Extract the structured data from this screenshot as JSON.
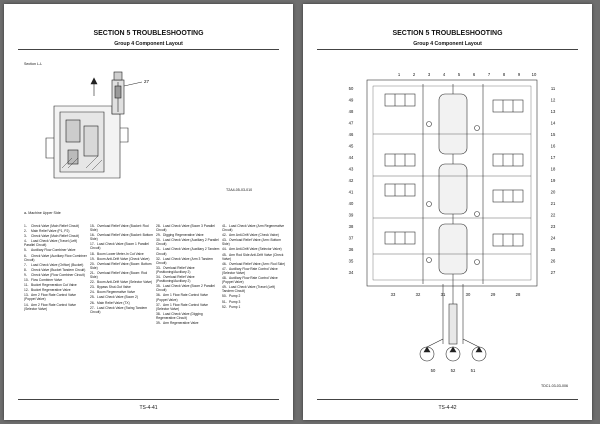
{
  "left_page": {
    "title": "SECTION 5 TROUBLESHOOTING",
    "subtitle": "Group 4 Component Layout",
    "section_label": "Section L-L",
    "callout": "27",
    "figure_id": "T2A4-05-03-010",
    "view_label": "a-   Machine Upper Side",
    "legend_columns": [
      [
        {
          "n": "1-",
          "t": "Check Valve (Main Relief Circuit)"
        },
        {
          "n": "2-",
          "t": "Main Relief Valve (P1, P2)"
        },
        {
          "n": "3-",
          "t": "Check Valve (Main Relief Circuit)"
        },
        {
          "n": "4-",
          "t": "Load Check Valve (Travel (Left) Parallel Circuit)"
        },
        {
          "n": "5-",
          "t": "Auxiliary Flow Combiner Valve"
        },
        {
          "n": "6-",
          "t": "Check Valve (Auxiliary Flow Combiner Circuit)"
        },
        {
          "n": "7-",
          "t": "Load Check Valve (Orifice) (Bucket)"
        },
        {
          "n": "8-",
          "t": "Check Valve (Bucket Tandem Circuit)"
        },
        {
          "n": "9-",
          "t": "Check Valve (Flow Combiner Circuit)"
        },
        {
          "n": "10-",
          "t": "Flow Combiner Valve"
        },
        {
          "n": "11-",
          "t": "Bucket Regeneration Cut Valve"
        },
        {
          "n": "12-",
          "t": "Bucket Regenerative Valve"
        },
        {
          "n": "13-",
          "t": "Arm 2 Flow Rate Control Valve (Poppet Valve)"
        },
        {
          "n": "14-",
          "t": "Arm 2 Flow Rate Control Valve (Selector Valve)"
        }
      ],
      [
        {
          "n": "15-",
          "t": "Overload Relief Valve (Bucket: Rod Side)"
        },
        {
          "n": "16-",
          "t": "Overload Relief Valve (Bucket: Bottom Side)"
        },
        {
          "n": "17-",
          "t": "Load Check Valve (Boom 1 Parallel Circuit)"
        },
        {
          "n": "18-",
          "t": "Boom Lower Meter-In Cut Valve"
        },
        {
          "n": "19-",
          "t": "Boom Anti-Drift Valve (Check Valve)"
        },
        {
          "n": "20-",
          "t": "Overload Relief Valve (Boom: Bottom Side)"
        },
        {
          "n": "21-",
          "t": "Overload Relief Valve (Boom: Rod Side)"
        },
        {
          "n": "22-",
          "t": "Boom Anti-Drift Valve (Selector Valve)"
        },
        {
          "n": "23-",
          "t": "Bypass Shut-Out Valve"
        },
        {
          "n": "24-",
          "t": "Boom Regenerative Valve"
        },
        {
          "n": "25-",
          "t": "Load Check Valve (Boom 2)"
        },
        {
          "n": "26-",
          "t": "Main Relief Valve (TX)"
        },
        {
          "n": "27-",
          "t": "Load Check Valve (Swing Tandem Circuit)"
        }
      ],
      [
        {
          "n": "28-",
          "t": "Load Check Valve (Boom 3 Parallel Circuit)"
        },
        {
          "n": "29-",
          "t": "Digging Regenerative Valve"
        },
        {
          "n": "30-",
          "t": "Load Check Valve (Auxiliary 2 Parallel Circuit)"
        },
        {
          "n": "31-",
          "t": "Load Check Valve (Auxiliary 2 Tandem Circuit)"
        },
        {
          "n": "32-",
          "t": "Load Check Valve (Arm 3 Tandem Circuit)"
        },
        {
          "n": "33-",
          "t": "Overload Relief Valve (Positioning/Auxiliary 2)"
        },
        {
          "n": "34-",
          "t": "Overload Relief Valve (Positioning/Auxiliary 2)"
        },
        {
          "n": "35-",
          "t": "Load Check Valve (Boom 2 Parallel Circuit)"
        },
        {
          "n": "36-",
          "t": "Arm 1 Flow Rate Control Valve (Poppet Valve)"
        },
        {
          "n": "37-",
          "t": "Arm 1 Flow Rate Control Valve (Selector Valve)"
        },
        {
          "n": "38-",
          "t": "Load Check Valve (Digging Regenerative Circuit)"
        },
        {
          "n": "39-",
          "t": "Arm Regenerative Valve"
        }
      ],
      [
        {
          "n": "41-",
          "t": "Load Check Valve (Arm Regenerative Circuit)"
        },
        {
          "n": "42-",
          "t": "Arm Anti-Drift Valve (Check Valve)"
        },
        {
          "n": "43-",
          "t": "Overload Relief Valve (Arm: Bottom Side)"
        },
        {
          "n": "44-",
          "t": "Arm Anti-Drift Valve (Selector Valve)"
        },
        {
          "n": "45-",
          "t": "Arm Rod Side Anti-Drift Valve (Check Valve)"
        },
        {
          "n": "46-",
          "t": "Overload Relief Valve (Arm: Rod Side)"
        },
        {
          "n": "47-",
          "t": "Auxiliary Flow Rate Control Valve (Selector Valve)"
        },
        {
          "n": "48-",
          "t": "Auxiliary Flow Rate Control Valve (Poppet Valve)"
        },
        {
          "n": "49-",
          "t": "Load Check Valve (Travel (Left) Tandem Circuit)"
        },
        {
          "n": "50-",
          "t": "Pump 2"
        },
        {
          "n": "51-",
          "t": "Pump 3"
        },
        {
          "n": "52-",
          "t": "Pump 1"
        }
      ]
    ],
    "page_number": "TS-4-41"
  },
  "right_page": {
    "title": "SECTION 5 TROUBLESHOOTING",
    "subtitle": "Group 4 Component Layout",
    "top_numbers": [
      "1",
      "2",
      "3",
      "4",
      "5",
      "6",
      "7",
      "8",
      "9",
      "10"
    ],
    "left_numbers": [
      "50",
      "49",
      "48",
      "47",
      "46",
      "45",
      "44",
      "43",
      "42",
      "41",
      "40",
      "39",
      "38",
      "37",
      "36",
      "35",
      "34"
    ],
    "right_numbers": [
      "11",
      "12",
      "13",
      "14",
      "15",
      "16",
      "17",
      "18",
      "19",
      "20",
      "21",
      "22",
      "23",
      "24",
      "25",
      "26",
      "27"
    ],
    "bottom_numbers": [
      "33",
      "32",
      "31",
      "30",
      "29",
      "28"
    ],
    "pump_numbers": [
      "50",
      "52",
      "51"
    ],
    "figure_id": "TDC1-03-03-006",
    "page_number": "TS-4-42"
  }
}
